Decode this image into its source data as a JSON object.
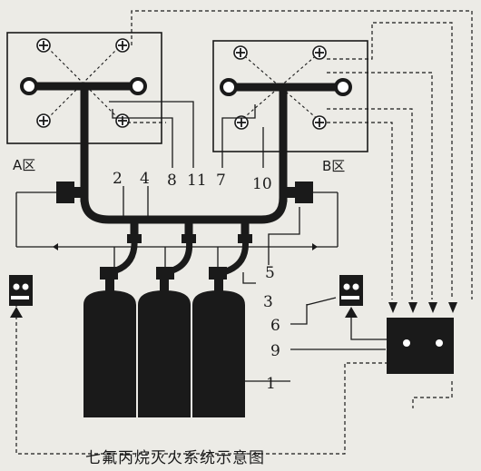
{
  "title": "七氟丙烷灭火系统示意图",
  "zones": {
    "a": "A区",
    "b": "B区"
  },
  "labels": {
    "l1": "1",
    "l2": "2",
    "l3": "3",
    "l4": "4",
    "l5": "5",
    "l6": "6",
    "l7": "7",
    "l8": "8",
    "l9": "9",
    "l10": "10",
    "l11": "11"
  },
  "colors": {
    "ink": "#1a1a1a",
    "paper": "#ecebe6"
  }
}
